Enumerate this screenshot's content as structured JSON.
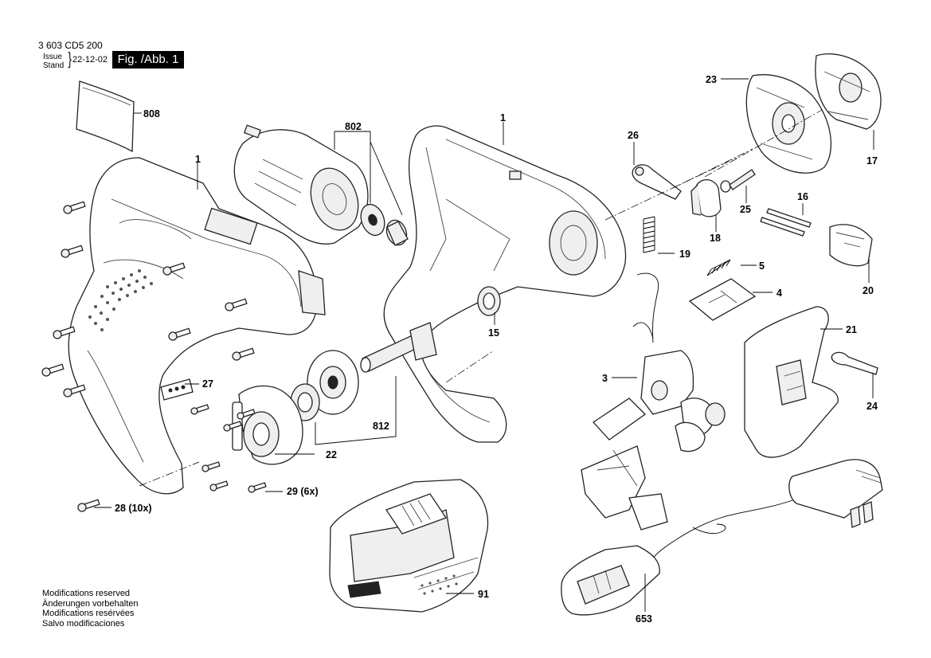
{
  "header": {
    "part_number": "3 603 CD5 200",
    "issue_label_1": "Issue",
    "issue_label_2": "Stand",
    "issue_date": "22-12-02",
    "figure_label": "Fig. /Abb. 1"
  },
  "notes": [
    "Modifications reserved",
    "Änderungen vorbehalten",
    "Modifications resérvées",
    "Salvo modificaciones"
  ],
  "labels": {
    "p808": "808",
    "p1_left": "1",
    "p802": "802",
    "p1_right": "1",
    "p23": "23",
    "p17": "17",
    "p26": "26",
    "p16": "16",
    "p25": "25",
    "p18": "18",
    "p19": "19",
    "p20": "20",
    "p5": "5",
    "p4": "4",
    "p15": "15",
    "p21": "21",
    "p24": "24",
    "p3": "3",
    "p27": "27",
    "p812": "812",
    "p22": "22",
    "p29": "29 (6x)",
    "p28": "28 (10x)",
    "p91": "91",
    "p653": "653"
  }
}
